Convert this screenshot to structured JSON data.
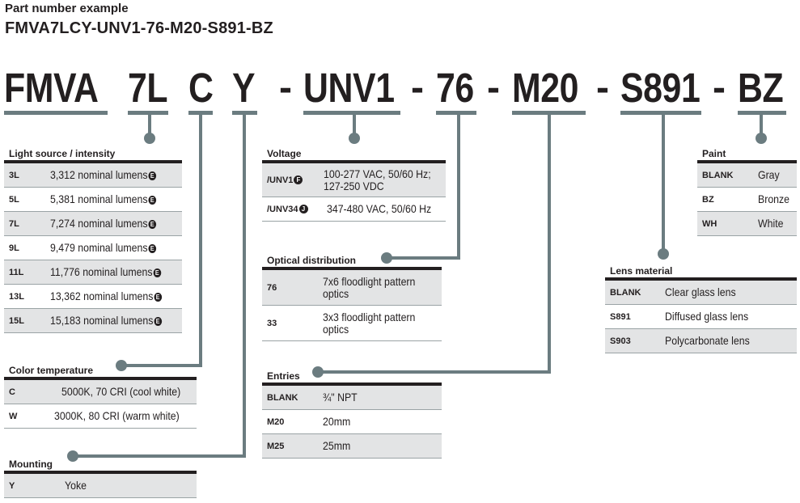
{
  "header": {
    "line1": "Part number example",
    "line2": "FMVA7LCY-UNV1-76-M20-S891-BZ"
  },
  "part_number": {
    "segments": [
      "FMVA",
      "7L",
      "C",
      "Y",
      "UNV1",
      "76",
      "M20",
      "S891",
      "BZ"
    ],
    "dash": "-"
  },
  "colors": {
    "connector": "#6b7c80",
    "shade": "#e3e4e5",
    "ink": "#231f20"
  },
  "tables": {
    "light_source": {
      "title": "Light source / intensity",
      "rows": [
        {
          "code": "3L",
          "desc": "3,312 nominal lumens",
          "badge": "E"
        },
        {
          "code": "5L",
          "desc": "5,381 nominal lumens",
          "badge": "E"
        },
        {
          "code": "7L",
          "desc": "7,274 nominal lumens",
          "badge": "E"
        },
        {
          "code": "9L",
          "desc": "9,479 nominal lumens",
          "badge": "E"
        },
        {
          "code": "11L",
          "desc": "11,776 nominal lumens",
          "badge": "E"
        },
        {
          "code": "13L",
          "desc": "13,362 nominal lumens",
          "badge": "E"
        },
        {
          "code": "15L",
          "desc": "15,183 nominal lumens",
          "badge": "E"
        }
      ]
    },
    "color_temp": {
      "title": "Color temperature",
      "rows": [
        {
          "code": "C",
          "desc": "5000K, 70 CRI (cool white)"
        },
        {
          "code": "W",
          "desc": "3000K, 80 CRI (warm white)"
        }
      ]
    },
    "mounting": {
      "title": "Mounting",
      "rows": [
        {
          "code": "Y",
          "desc": "Yoke"
        }
      ]
    },
    "voltage": {
      "title": "Voltage",
      "rows": [
        {
          "code": "/UNV1",
          "badge": "F",
          "desc1": "100-277 VAC, 50/60 Hz;",
          "desc2": "127-250 VDC"
        },
        {
          "code": "/UNV34",
          "badge": "J",
          "desc1": "347-480 VAC, 50/60 Hz",
          "desc2": ""
        }
      ]
    },
    "optical": {
      "title": "Optical distribution",
      "rows": [
        {
          "code": "76",
          "desc1": "7x6 floodlight pattern",
          "desc2": "optics"
        },
        {
          "code": "33",
          "desc1": "3x3 floodlight pattern",
          "desc2": "optics"
        }
      ]
    },
    "entries": {
      "title": "Entries",
      "rows": [
        {
          "code": "BLANK",
          "desc": "¾\" NPT"
        },
        {
          "code": "M20",
          "desc": "20mm"
        },
        {
          "code": "M25",
          "desc": "25mm"
        }
      ]
    },
    "paint": {
      "title": "Paint",
      "rows": [
        {
          "code": "BLANK",
          "desc": "Gray"
        },
        {
          "code": "BZ",
          "desc": "Bronze"
        },
        {
          "code": "WH",
          "desc": "White"
        }
      ]
    },
    "lens": {
      "title": "Lens material",
      "rows": [
        {
          "code": "BLANK",
          "desc": "Clear glass lens"
        },
        {
          "code": "S891",
          "desc": "Diffused glass lens"
        },
        {
          "code": "S903",
          "desc": "Polycarbonate lens"
        }
      ]
    }
  }
}
